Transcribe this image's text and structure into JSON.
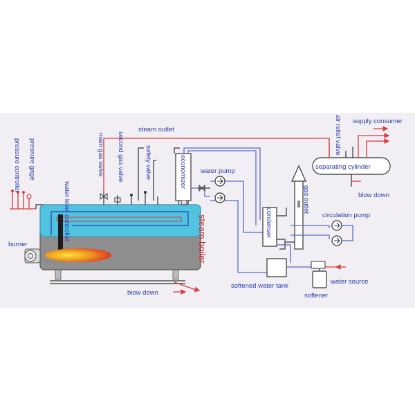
{
  "diagram": {
    "labels": {
      "pressure_gage": "pressure gage",
      "pressure_controller": "pressure controller",
      "main_gas_valve": "main gas valve",
      "second_gas_valve": "second gas valve",
      "safety_valve": "safety valve",
      "steam_outlet": "steam outlet",
      "economizer": "economizer",
      "water_pump": "water pump",
      "water_level_controller": "water level controller",
      "steam_boiler": "steam boiler",
      "burner": "burner",
      "blow_down_left": "blow down",
      "condenser": "condenser",
      "gas_outlet": "gas outlet",
      "softened_water_tank": "softened water tank",
      "softener": "softener",
      "water_source": "water source",
      "circulation_pump": "circulation pump",
      "air_relief_valve": "air relief valve",
      "separating_cylinder": "separating cylinder",
      "supply_consumer": "supply consumer",
      "blow_down_right": "blow down"
    },
    "colors": {
      "background": "#f1eff3",
      "boiler_body": "#8e8e8e",
      "water_region": "#4fc3e0",
      "pipe_red": "#d83a3a",
      "pipe_blue": "#5a6ac8",
      "label_red": "#cc2a2a",
      "label_blue": "#2a3aa8",
      "flame_core": "#f0d020",
      "flame_outer": "#e03020"
    }
  }
}
